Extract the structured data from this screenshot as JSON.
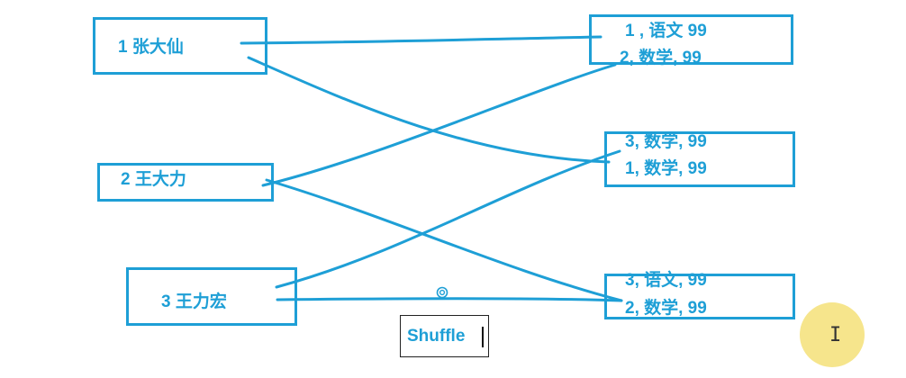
{
  "students": [
    {
      "label": "1 张大仙"
    },
    {
      "label": "2 王大力"
    },
    {
      "label": "3 王力宏"
    }
  ],
  "score_groups": [
    {
      "lines": [
        "1 , 语文 99",
        "2, 数学, 99"
      ]
    },
    {
      "lines": [
        "3, 数学, 99",
        "1, 数学, 99"
      ]
    },
    {
      "lines": [
        "3, 语文, 99",
        "2, 数学, 99"
      ]
    }
  ],
  "links": [
    {
      "from_student": 0,
      "to_group": 0,
      "to_line": 0
    },
    {
      "from_student": 0,
      "to_group": 1,
      "to_line": 1
    },
    {
      "from_student": 1,
      "to_group": 0,
      "to_line": 1
    },
    {
      "from_student": 1,
      "to_group": 2,
      "to_line": 1
    },
    {
      "from_student": 2,
      "to_group": 1,
      "to_line": 0
    },
    {
      "from_student": 2,
      "to_group": 2,
      "to_line": 1
    }
  ],
  "shuffle_label": "Shuffle",
  "colors": {
    "stroke": "#1e9fd6",
    "cursor_highlight": "#f5e178"
  },
  "icons": {
    "cursor": "ibeam-cursor-icon",
    "busy": "spinner-icon"
  }
}
